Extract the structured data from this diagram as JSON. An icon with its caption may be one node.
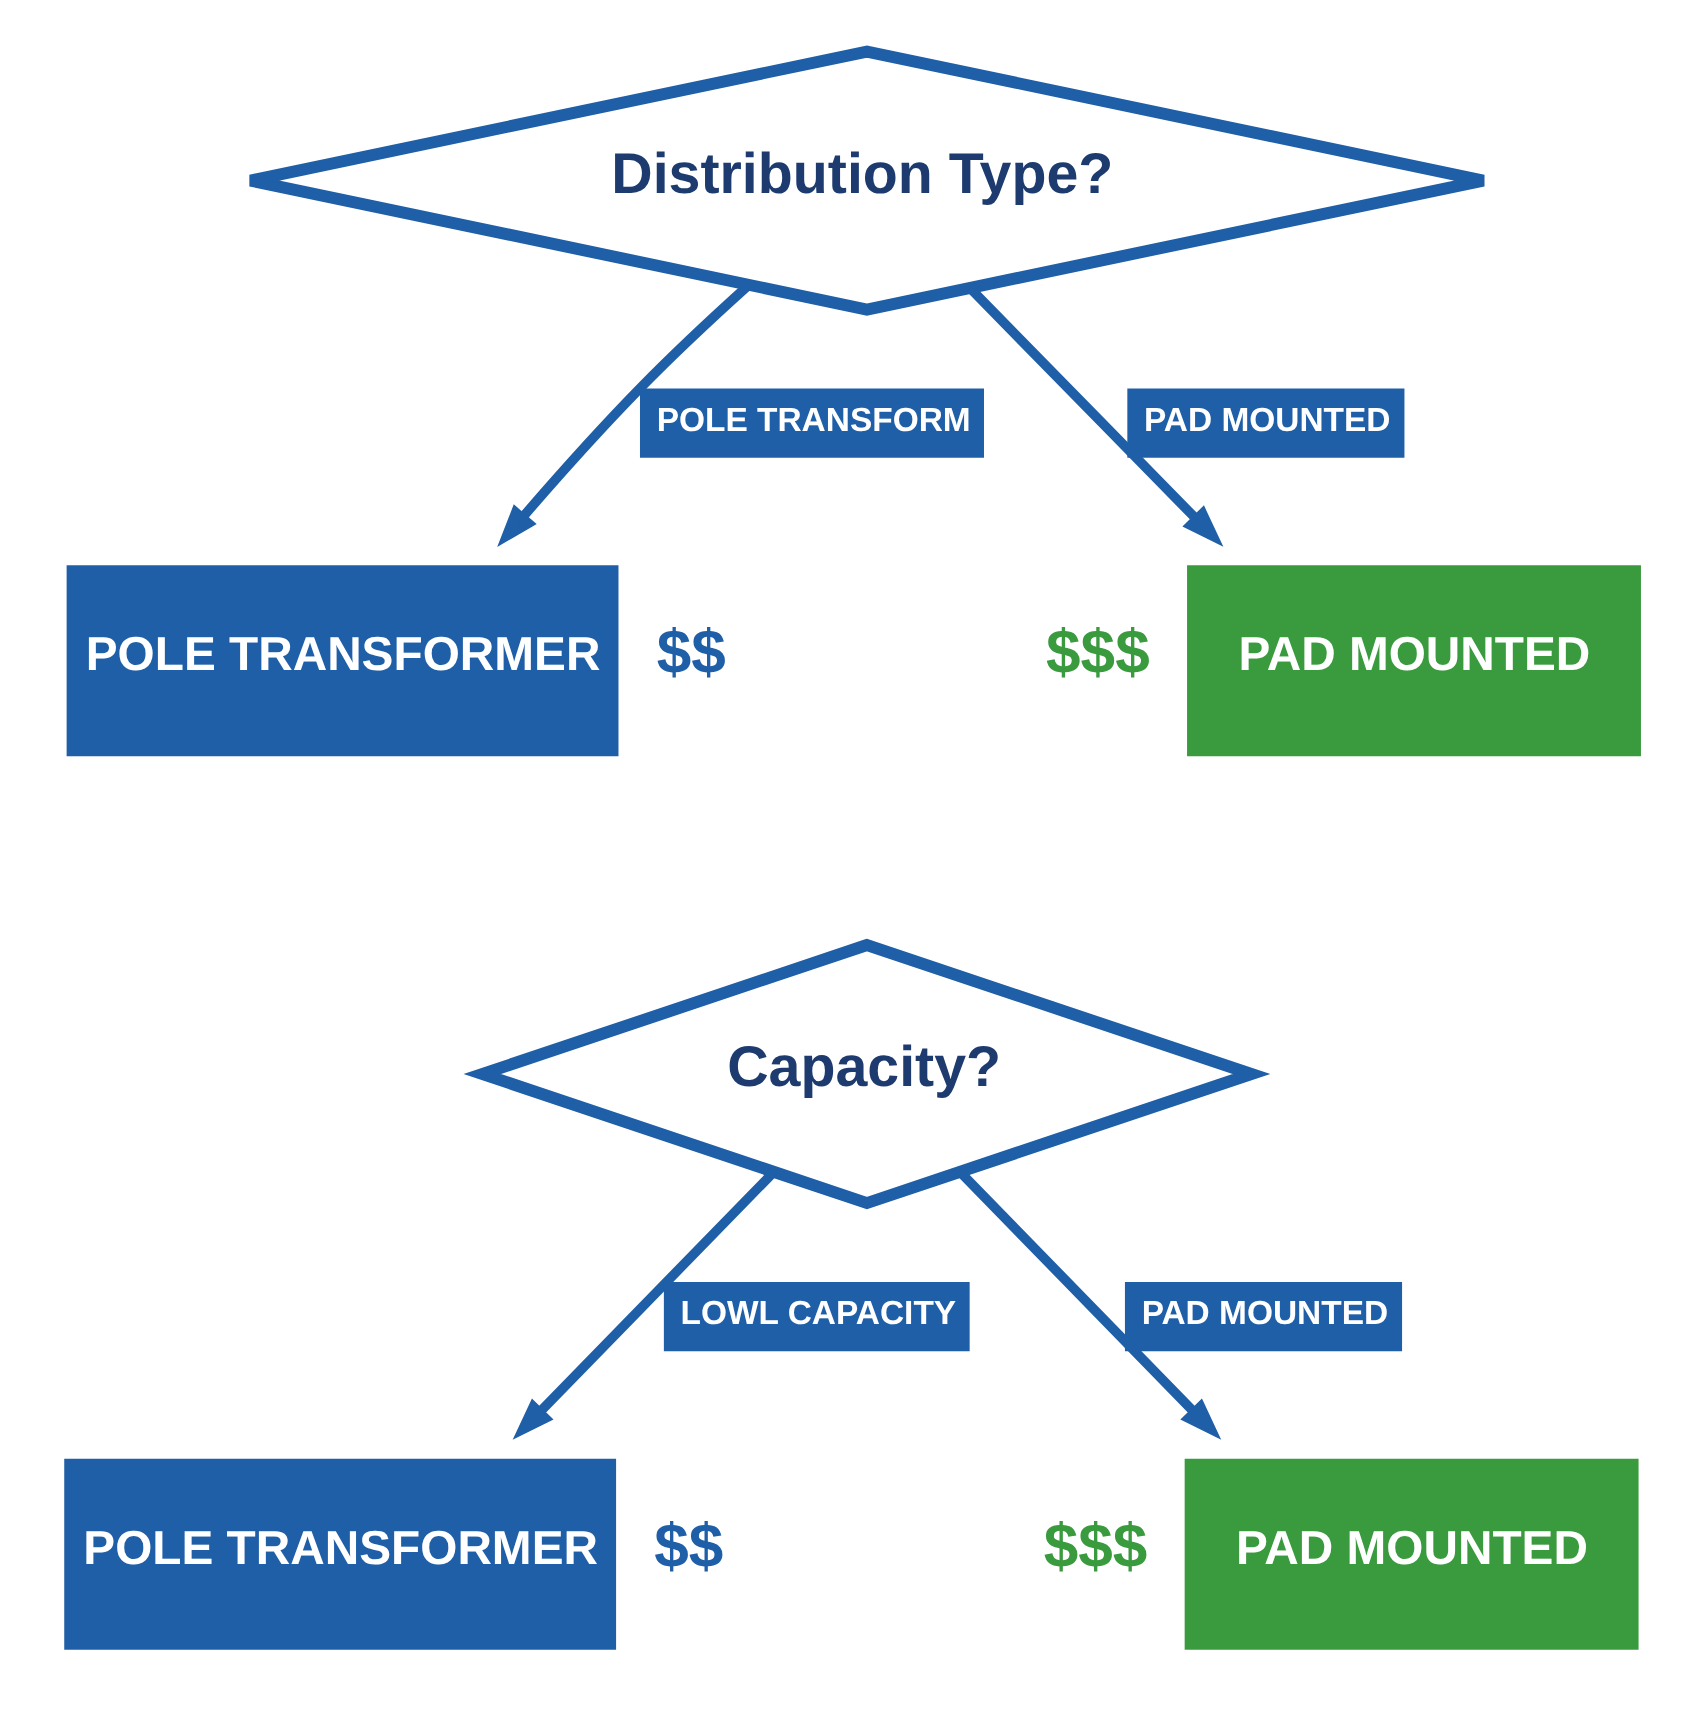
{
  "diagram": {
    "nodes": [
      {
        "text": [
          "Distribution Type?"
        ]
      },
      {
        "text": [
          "POLE TRANSFORMER"
        ],
        "beside": [
          "$$"
        ]
      },
      {
        "text": [
          "PAD MOUNTED"
        ],
        "beside": [
          "$$$"
        ]
      },
      {
        "text": [
          "Capacity?"
        ]
      },
      {
        "text": [
          "POLE TRANSFORMER"
        ],
        "beside": [
          "$$"
        ]
      },
      {
        "text": [
          "PAD MOUNTED"
        ],
        "beside": [
          "$$$"
        ]
      }
    ],
    "edges": [
      {
        "from": 0,
        "to": 1,
        "arrow": "to",
        "label": "POLE TRANSFORM"
      },
      {
        "from": 0,
        "to": 2,
        "arrow": "to",
        "label": "PAD MOUNTED"
      },
      {
        "from": 3,
        "to": 4,
        "arrow": "to",
        "label": "LOWL CAPACITY"
      },
      {
        "from": 3,
        "to": 5,
        "arrow": "to",
        "label": "PAD MOUNTED"
      }
    ]
  }
}
